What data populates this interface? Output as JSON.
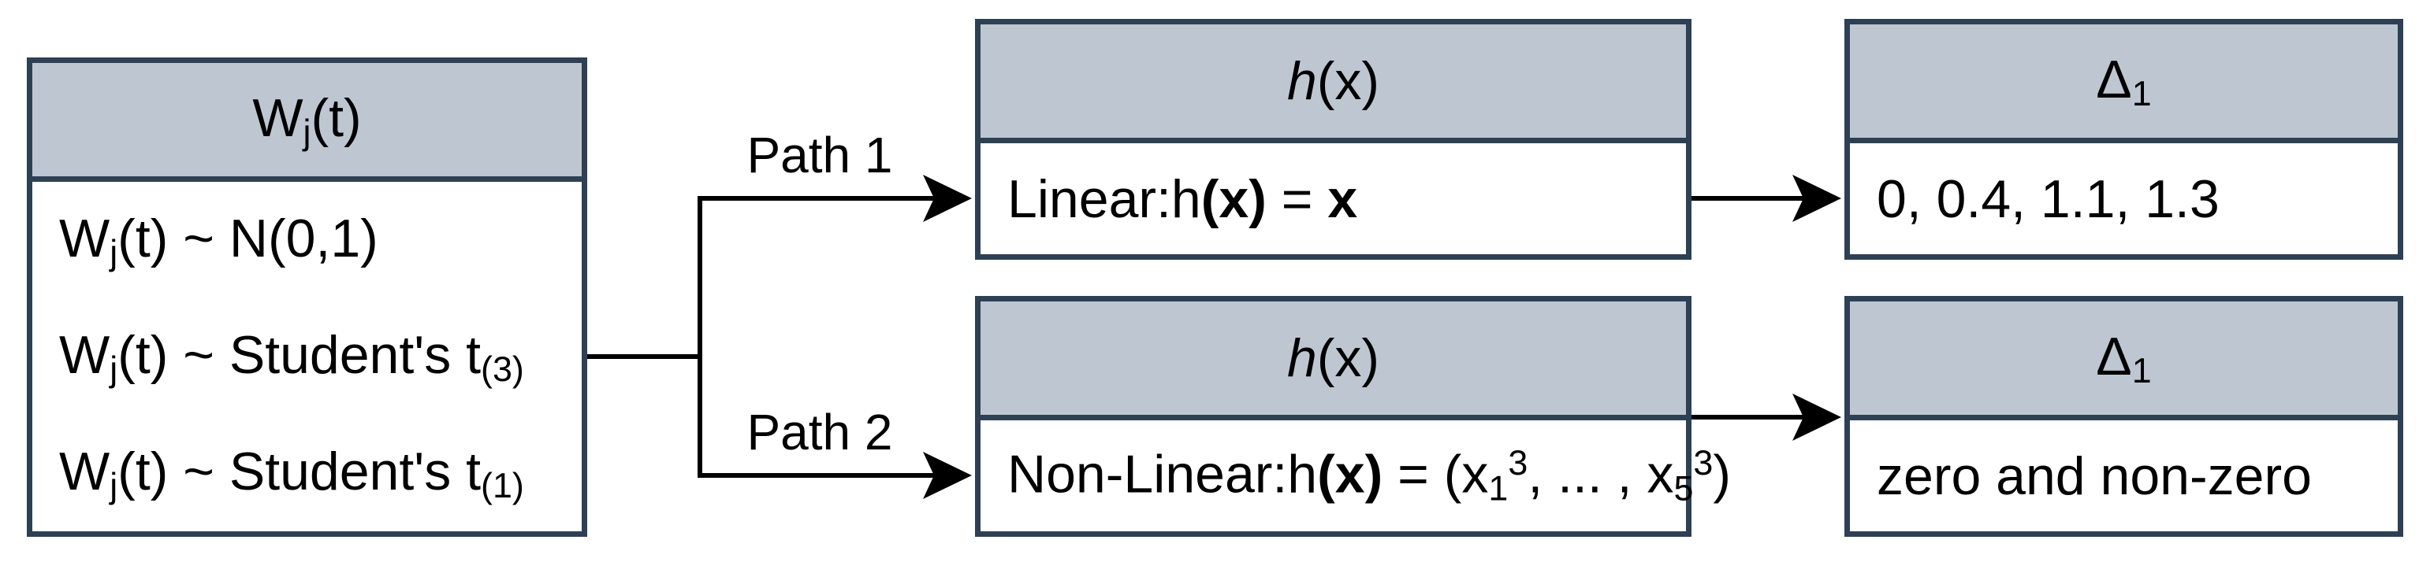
{
  "colors": {
    "border": "#2e4054",
    "header_fill": "#bec7d1",
    "arrow": "#000000"
  },
  "labels": {
    "path1": "Path 1",
    "path2": "Path 2"
  },
  "left_box": {
    "header": [
      {
        "t": "W"
      },
      {
        "t": "j",
        "s": "sub"
      },
      {
        "t": "(t)"
      }
    ],
    "rows": [
      [
        {
          "t": "W"
        },
        {
          "t": "j",
          "s": "sub"
        },
        {
          "t": "(t) ~ N(0,1)"
        }
      ],
      [
        {
          "t": "W"
        },
        {
          "t": "j",
          "s": "sub"
        },
        {
          "t": "(t) ~ Student's t"
        },
        {
          "t": "(3)",
          "s": "sub"
        }
      ],
      [
        {
          "t": "W"
        },
        {
          "t": "j",
          "s": "sub"
        },
        {
          "t": "(t) ~ Student's t"
        },
        {
          "t": "(1)",
          "s": "sub"
        }
      ]
    ]
  },
  "top_h_box": {
    "header": [
      {
        "t": "h",
        "s": "i"
      },
      {
        "t": "(x)"
      }
    ],
    "body": [
      {
        "t": "Linear:h"
      },
      {
        "t": "(x)",
        "s": "b"
      },
      {
        "t": " = "
      },
      {
        "t": "x",
        "s": "b"
      }
    ]
  },
  "bottom_h_box": {
    "header": [
      {
        "t": "h",
        "s": "i"
      },
      {
        "t": "(x)"
      }
    ],
    "body": [
      {
        "t": "Non-Linear:h"
      },
      {
        "t": "(x)",
        "s": "b"
      },
      {
        "t": " = (x"
      },
      {
        "t": "1",
        "s": "sub"
      },
      {
        "t": "3",
        "s": "sup"
      },
      {
        "t": ", ... , x"
      },
      {
        "t": "5",
        "s": "sub"
      },
      {
        "t": "3",
        "s": "sup"
      },
      {
        "t": ")"
      }
    ]
  },
  "top_delta_box": {
    "header": [
      {
        "t": "Δ"
      },
      {
        "t": "1",
        "s": "sub"
      }
    ],
    "body": [
      {
        "t": "0, 0.4, 1.1, 1.3"
      }
    ]
  },
  "bottom_delta_box": {
    "header": [
      {
        "t": "Δ"
      },
      {
        "t": "1",
        "s": "sub"
      }
    ],
    "body": [
      {
        "t": "zero and non-zero"
      }
    ]
  }
}
